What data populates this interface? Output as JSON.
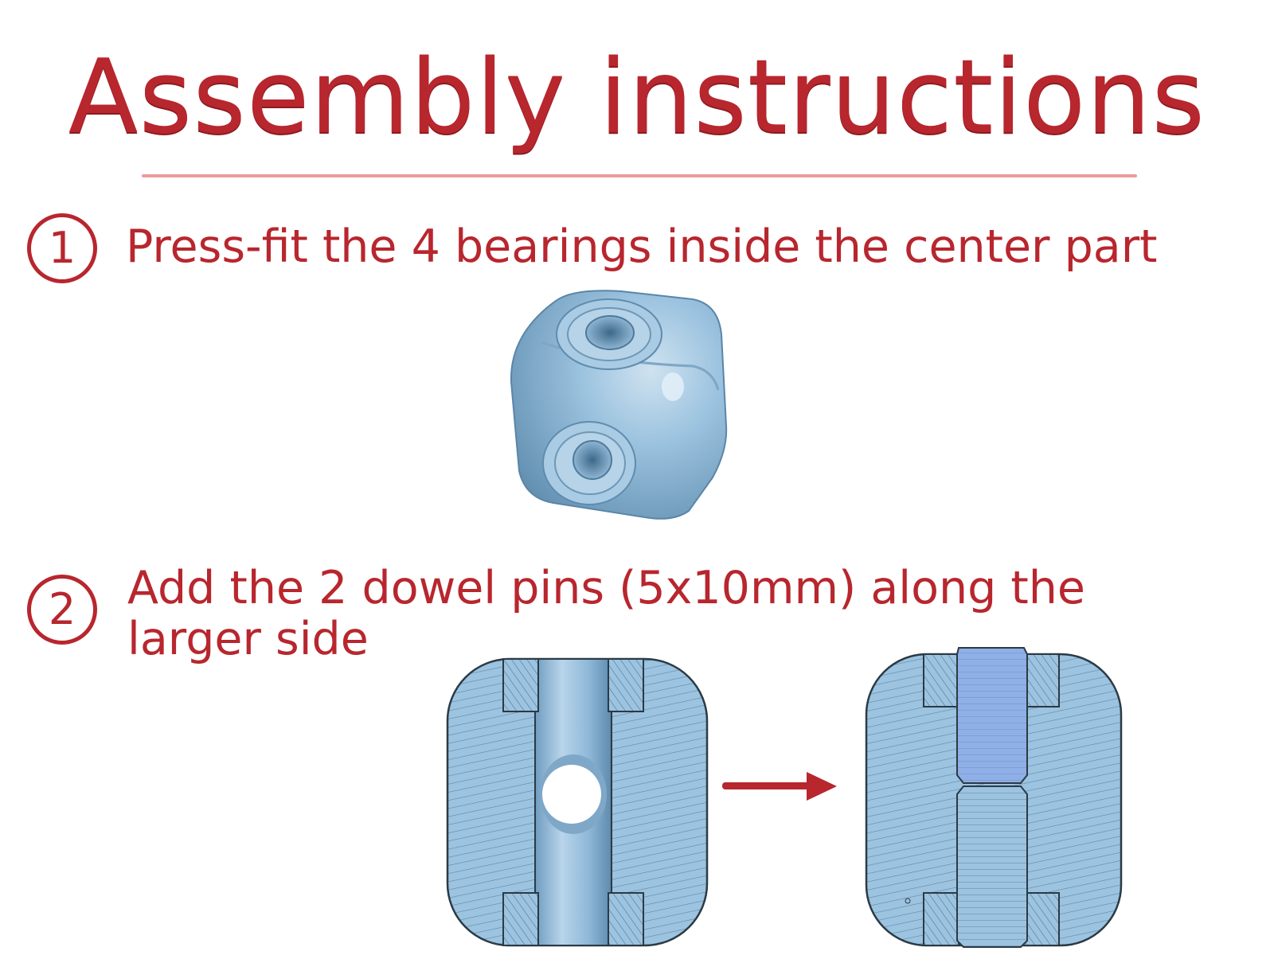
{
  "title": "Assembly instructions",
  "steps": [
    {
      "number": "1",
      "text": "Press-fit the 4 bearings inside the center part"
    },
    {
      "number": "2",
      "text_line1": "Add the 2 dowel pins (5x10mm) along the",
      "text_line2": "larger side"
    }
  ],
  "colors": {
    "accent": "#b8262e",
    "divider": "#ef9a9a",
    "part_blue": "#9cc3df",
    "pin_blue": "#8fb0e6"
  },
  "icons": [
    "bearing-cube-render",
    "cross-section-before",
    "arrow-right-icon",
    "cross-section-after"
  ]
}
